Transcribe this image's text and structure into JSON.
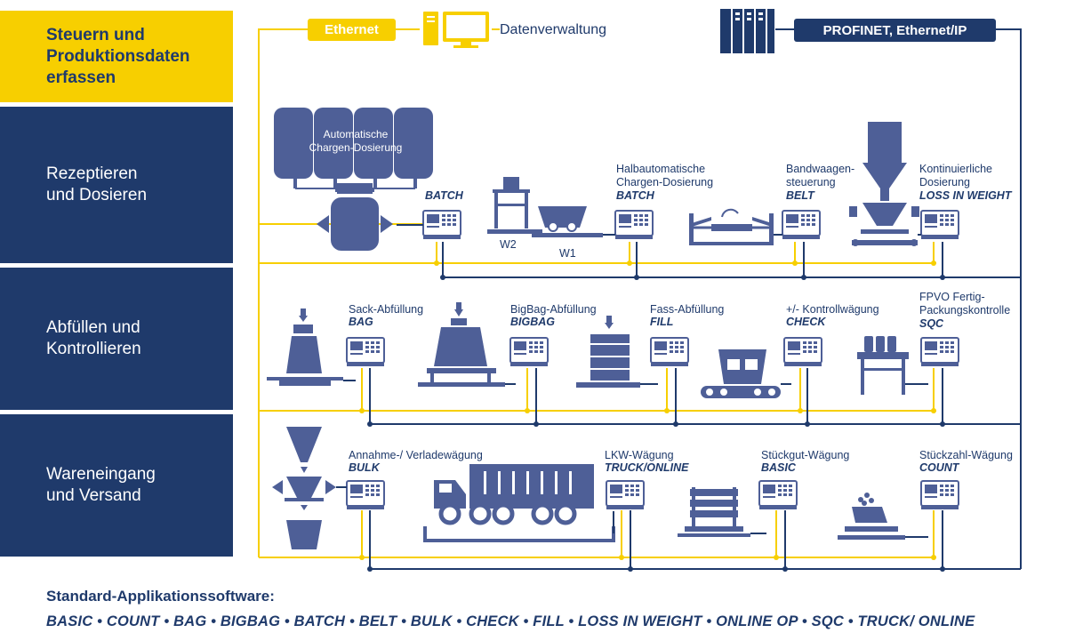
{
  "sidebar": {
    "s1": "Steuern und\nProduktionsdaten\nerfassen",
    "s2": "Rezeptieren\nund Dosieren",
    "s3": "Abfüllen und\nKontrollieren",
    "s4": "Wareneingang\nund Versand"
  },
  "network": {
    "ethernet": "Ethernet",
    "datenverwaltung": "Datenverwaltung",
    "profinet": "PROFINET, Ethernet/IP"
  },
  "row1": {
    "auto_label": "Automatische\nChargen-Dosierung",
    "batch_code": "BATCH",
    "w2": "W2",
    "w1": "W1",
    "halbauto_label": "Halbautomatische\nChargen-Dosierung",
    "halbauto_code": "BATCH",
    "band_label": "Bandwaagen-\nsteuerung",
    "band_code": "BELT",
    "kont_label": "Kontinuierliche\nDosierung",
    "kont_code": "LOSS IN WEIGHT"
  },
  "row2": {
    "sack_label": "Sack-Abfüllung",
    "sack_code": "BAG",
    "bigbag_label": "BigBag-Abfüllung",
    "bigbag_code": "BIGBAG",
    "fass_label": "Fass-Abfüllung",
    "fass_code": "FILL",
    "check_label": "+/- Kontrollwägung",
    "check_code": "CHECK",
    "fpvo_label": "FPVO Fertig-\nPackungskontrolle",
    "fpvo_code": "SQC"
  },
  "row3": {
    "bulk_label": "Annahme-/ Verladewägung",
    "bulk_code": "BULK",
    "lkw_label": "LKW-Wägung",
    "lkw_code": "TRUCK/ONLINE",
    "stueckgut_label": "Stückgut-Wägung",
    "stueckgut_code": "BASIC",
    "stueckzahl_label": "Stückzahl-Wägung",
    "stueckzahl_code": "COUNT"
  },
  "footer": {
    "title": "Standard-Applikationssoftware:",
    "list": "BASIC  •  COUNT  •  BAG  •  BIGBAG  •  BATCH  •  BELT  •  BULK  •  CHECK  •  FILL  •  LOSS IN WEIGHT  •  ONLINE OP  •  SQC  •  TRUCK/ ONLINE"
  },
  "colors": {
    "navy": "#1f3a6b",
    "yellow": "#f7cf00",
    "equipment": "#4e5f97"
  }
}
